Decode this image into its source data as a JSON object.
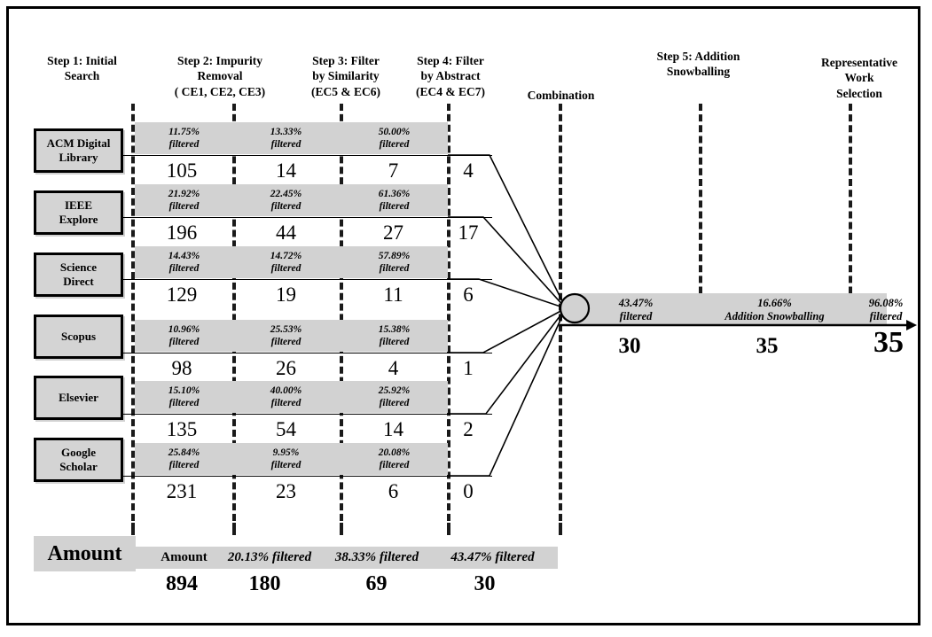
{
  "headers": {
    "step1": "Step 1: Initial\nSearch",
    "step2": "Step 2: Impurity\nRemoval\n( CE1, CE2, CE3)",
    "step3": "Step 3: Filter\nby Similarity\n(EC5 & EC6)",
    "step4": "Step 4: Filter\nby Abstract\n(EC4 & EC7)",
    "combination": "Combination",
    "step5": "Step 5: Addition\nSnowballing",
    "representative": "Representative\nWork\nSelection"
  },
  "sources": [
    {
      "name": "ACM Digital\nLibrary",
      "pct": [
        "11.75%\nfiltered",
        "13.33%\nfiltered",
        "50.00%\nfiltered"
      ],
      "counts": [
        "105",
        "14",
        "7"
      ],
      "final": "4"
    },
    {
      "name": "IEEE\nExplore",
      "pct": [
        "21.92%\nfiltered",
        "22.45%\nfiltered",
        "61.36%\nfiltered"
      ],
      "counts": [
        "196",
        "44",
        "27"
      ],
      "final": "17"
    },
    {
      "name": "Science\nDirect",
      "pct": [
        "14.43%\nfiltered",
        "14.72%\nfiltered",
        "57.89%\nfiltered"
      ],
      "counts": [
        "129",
        "19",
        "11"
      ],
      "final": "6"
    },
    {
      "name": "Scopus",
      "pct": [
        "10.96%\nfiltered",
        "25.53%\nfiltered",
        "15.38%\nfiltered"
      ],
      "counts": [
        "98",
        "26",
        "4"
      ],
      "final": "1"
    },
    {
      "name": "Elsevier",
      "pct": [
        "15.10%\nfiltered",
        "40.00%\nfiltered",
        "25.92%\nfiltered"
      ],
      "counts": [
        "135",
        "54",
        "14"
      ],
      "final": "2"
    },
    {
      "name": "Google\nScholar",
      "pct": [
        "25.84%\nfiltered",
        "9.95%\nfiltered",
        "20.08%\nfiltered"
      ],
      "counts": [
        "231",
        "23",
        "6"
      ],
      "final": "0"
    }
  ],
  "amount": {
    "tag": "Amount",
    "cells": [
      "Amount",
      "20.13% filtered",
      "38.33% filtered",
      "43.47% filtered"
    ],
    "totals": [
      "894",
      "180",
      "69",
      "30"
    ]
  },
  "pipeline": {
    "cells": [
      "43.47%\nfiltered",
      "16.66%\nAddition Snowballing",
      "96.08%\nfiltered"
    ],
    "totals": [
      "30",
      "35",
      "35"
    ]
  },
  "colors": {
    "band_gray": "#d2d2d2",
    "box_gray": "#d4d4d4",
    "line": "#000000",
    "axis": "#1a1a1a"
  },
  "icons": {
    "node": "combination-node-icon",
    "arrow": "pipeline-arrow-icon"
  }
}
